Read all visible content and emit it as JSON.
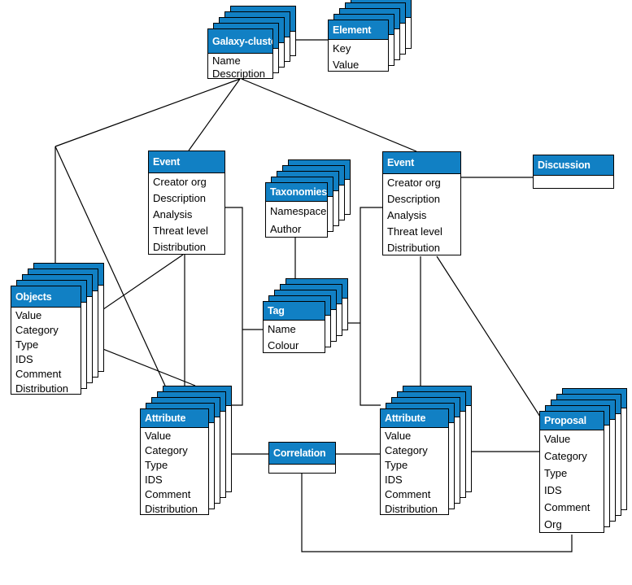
{
  "diagram": {
    "colors": {
      "canvas": "#ffffff",
      "header_fill": "#1180c4",
      "header_text": "#ffffff",
      "box_fill": "#ffffff",
      "box_border": "#000000",
      "line": "#000000"
    },
    "entities": [
      {
        "id": "galaxy-cluster",
        "title": "Galaxy-cluster",
        "fields": [
          "Name",
          "Description"
        ],
        "stacked": true
      },
      {
        "id": "element",
        "title": "Element",
        "fields": [
          "Key",
          "Value"
        ],
        "stacked": true
      },
      {
        "id": "event-left",
        "title": "Event",
        "fields": [
          "Creator org",
          "Description",
          "Analysis",
          "Threat level",
          "Distribution"
        ],
        "stacked": false
      },
      {
        "id": "taxonomies",
        "title": "Taxonomies",
        "fields": [
          "Namespace",
          "Author"
        ],
        "stacked": true
      },
      {
        "id": "event-right",
        "title": "Event",
        "fields": [
          "Creator org",
          "Description",
          "Analysis",
          "Threat level",
          "Distribution"
        ],
        "stacked": false
      },
      {
        "id": "discussion",
        "title": "Discussion",
        "fields": [],
        "stacked": false
      },
      {
        "id": "objects",
        "title": "Objects",
        "fields": [
          "Value",
          "Category",
          "Type",
          "IDS",
          "Comment",
          "Distribution"
        ],
        "stacked": true
      },
      {
        "id": "tag",
        "title": "Tag",
        "fields": [
          "Name",
          "Colour"
        ],
        "stacked": true
      },
      {
        "id": "attribute-left",
        "title": "Attribute",
        "fields": [
          "Value",
          "Category",
          "Type",
          "IDS",
          "Comment",
          "Distribution"
        ],
        "stacked": true
      },
      {
        "id": "correlation",
        "title": "Correlation",
        "fields": [],
        "stacked": false
      },
      {
        "id": "attribute-right",
        "title": "Attribute",
        "fields": [
          "Value",
          "Category",
          "Type",
          "IDS",
          "Comment",
          "Distribution"
        ],
        "stacked": true
      },
      {
        "id": "proposal",
        "title": "Proposal",
        "fields": [
          "Value",
          "Category",
          "Type",
          "IDS",
          "Comment",
          "Org"
        ],
        "stacked": true
      }
    ],
    "relationships": [
      {
        "from": "galaxy-cluster",
        "to": "element"
      },
      {
        "from": "galaxy-cluster",
        "to": "event-left"
      },
      {
        "from": "galaxy-cluster",
        "to": "event-right"
      },
      {
        "from": "galaxy-cluster",
        "to": "objects"
      },
      {
        "from": "galaxy-cluster",
        "to": "attribute-left"
      },
      {
        "from": "event-left",
        "to": "objects"
      },
      {
        "from": "event-left",
        "to": "attribute-left"
      },
      {
        "from": "event-left",
        "to": "tag"
      },
      {
        "from": "objects",
        "to": "attribute-left"
      },
      {
        "from": "taxonomies",
        "to": "tag"
      },
      {
        "from": "event-right",
        "to": "tag"
      },
      {
        "from": "event-right",
        "to": "discussion"
      },
      {
        "from": "event-right",
        "to": "attribute-right"
      },
      {
        "from": "event-right",
        "to": "proposal"
      },
      {
        "from": "attribute-left",
        "to": "tag"
      },
      {
        "from": "attribute-right",
        "to": "tag"
      },
      {
        "from": "attribute-left",
        "to": "correlation"
      },
      {
        "from": "correlation",
        "to": "attribute-right"
      },
      {
        "from": "correlation",
        "to": "proposal"
      },
      {
        "from": "attribute-right",
        "to": "proposal"
      }
    ]
  }
}
